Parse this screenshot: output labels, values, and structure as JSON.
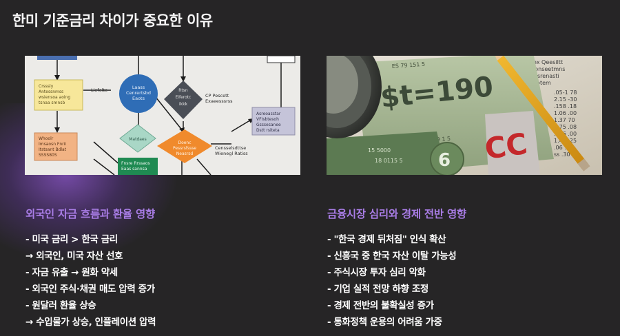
{
  "page": {
    "title": "한미 기준금리 차이가 중요한 이유"
  },
  "left_column": {
    "image": {
      "icon": "flowchart-diagram-image",
      "text_blur": "scrambled labels"
    },
    "heading": "외국인 자금 흐름과 환율 영향",
    "items": [
      "- 미국 금리 > 한국 금리",
      "→ 외국인, 미국 자산 선호",
      "- 자금 유출 → 원화 약세",
      "- 외국인 주식·채권 매도 압력 증가",
      "- 원달러 환율 상승",
      "→ 수입물가 상승, 인플레이션 압력"
    ]
  },
  "right_column": {
    "image": {
      "icon": "currency-and-pencil-photo"
    },
    "heading": "금융시장 심리와 경제 전반 영향",
    "items": [
      "- \"한국 경제 뒤처짐\" 인식 확산",
      "- 신흥국 중 한국 자산 이탈 가능성",
      "- 주식시장 투자 심리 악화",
      "- 기업 실적 전망 하향 조정",
      "- 경제 전반의 불확실성 증가",
      "- 통화정책 운용의 어려움 가중"
    ]
  },
  "colors": {
    "background": "#262526",
    "accent": "#a97de6",
    "text": "#ffffff"
  }
}
